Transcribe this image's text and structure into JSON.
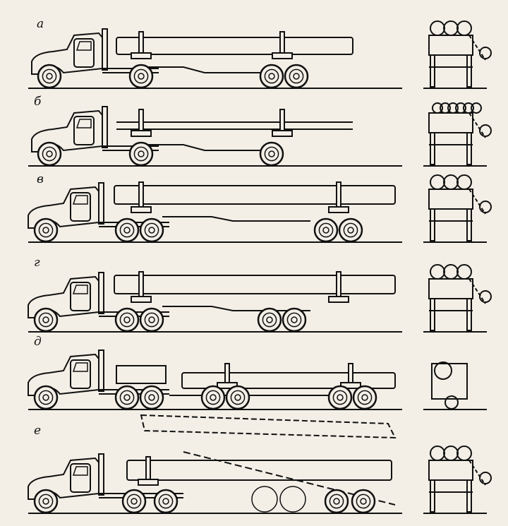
{
  "figure": {
    "rows": [
      {
        "label": "а",
        "variant": "a"
      },
      {
        "label": "б",
        "variant": "b"
      },
      {
        "label": "в",
        "variant": "v"
      },
      {
        "label": "г",
        "variant": "g"
      },
      {
        "label": "д",
        "variant": "d"
      },
      {
        "label": "е",
        "variant": "e"
      }
    ]
  },
  "colors": {
    "ink": "#111111",
    "paper": "#f3efe6"
  }
}
